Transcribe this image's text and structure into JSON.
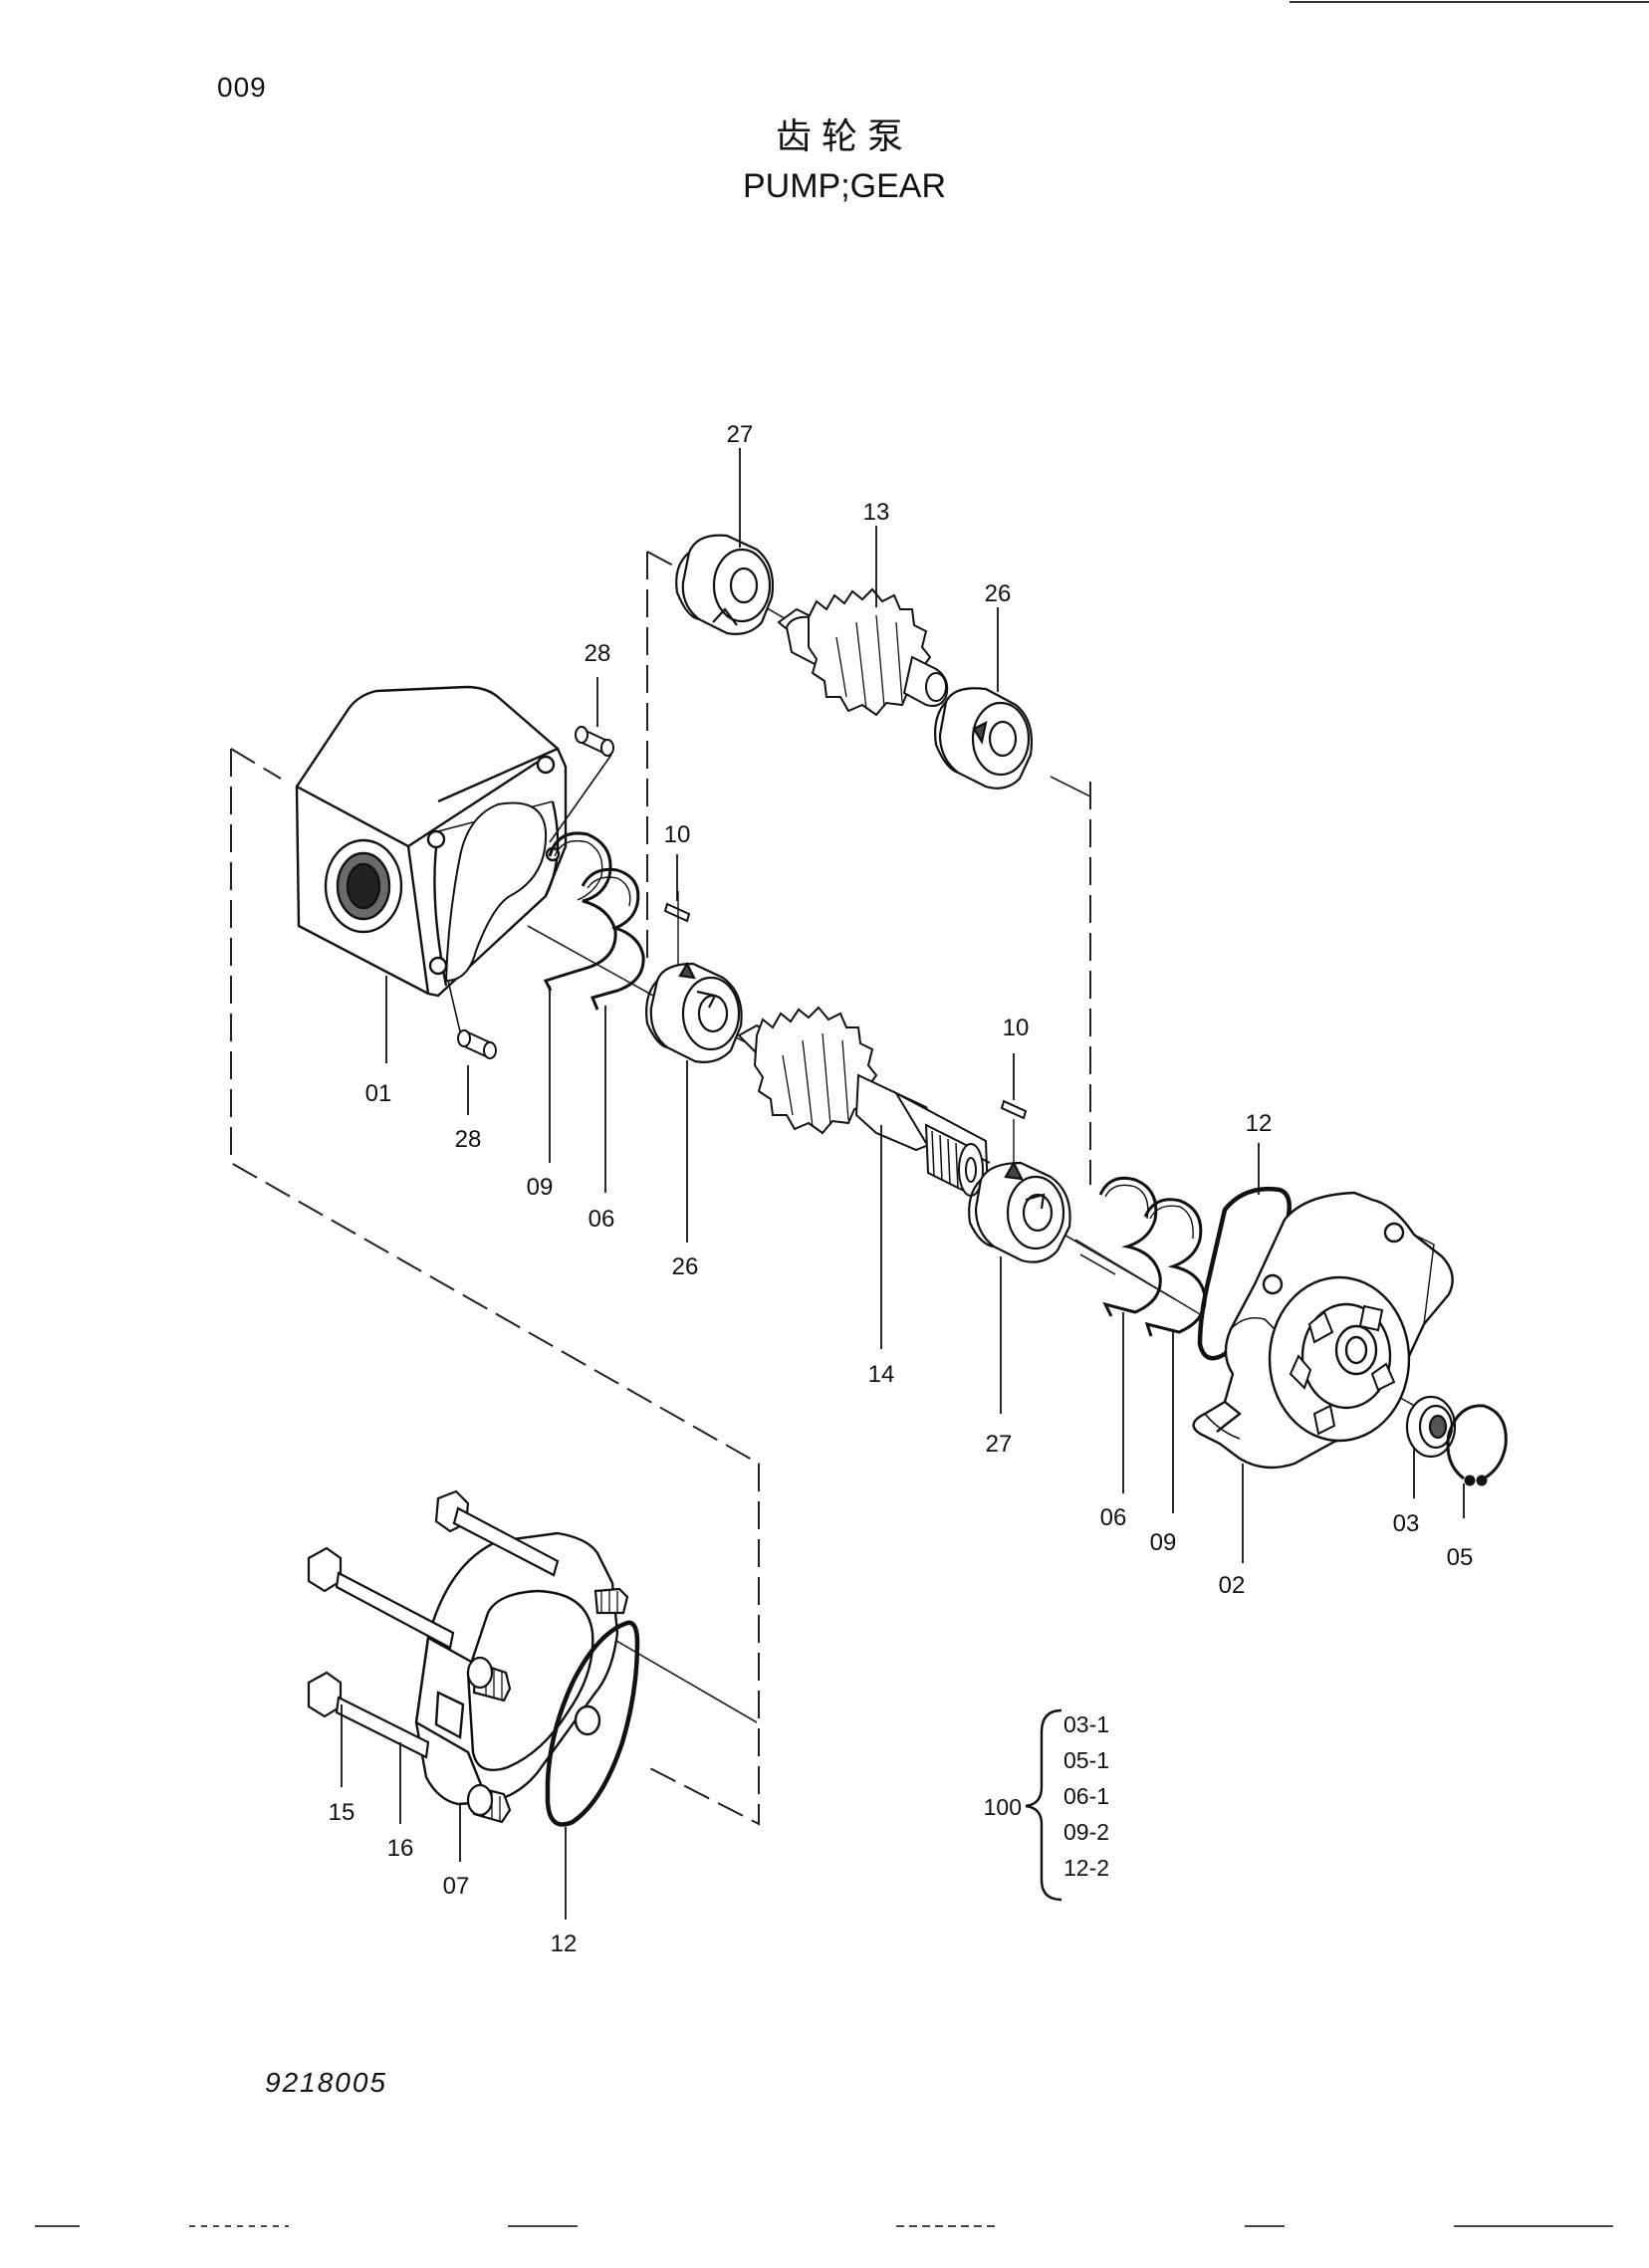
{
  "header": {
    "page_number": "009",
    "title_cn": "齿轮泵",
    "title_en": "PUMP;GEAR"
  },
  "footer": {
    "drawing_number": "9218005"
  },
  "parts": [
    {
      "id": "p27a",
      "label": "27",
      "icon": "bushing-icon"
    },
    {
      "id": "p13",
      "label": "13",
      "icon": "driven-gear-icon"
    },
    {
      "id": "p26a",
      "label": "26",
      "icon": "bushing-icon"
    },
    {
      "id": "p28a",
      "label": "28",
      "icon": "dowel-pin-icon"
    },
    {
      "id": "p10a",
      "label": "10",
      "icon": "pin-icon"
    },
    {
      "id": "p01",
      "label": "01",
      "icon": "pump-body-icon"
    },
    {
      "id": "p28b",
      "label": "28",
      "icon": "dowel-pin-icon"
    },
    {
      "id": "p09a",
      "label": "09",
      "icon": "backup-ring-icon"
    },
    {
      "id": "p06a",
      "label": "06",
      "icon": "seal-ring-icon"
    },
    {
      "id": "p26b",
      "label": "26",
      "icon": "bushing-icon"
    },
    {
      "id": "p14",
      "label": "14",
      "icon": "drive-gear-shaft-icon"
    },
    {
      "id": "p10b",
      "label": "10",
      "icon": "pin-icon"
    },
    {
      "id": "p27b",
      "label": "27",
      "icon": "bushing-icon"
    },
    {
      "id": "p12a",
      "label": "12",
      "icon": "o-ring-icon"
    },
    {
      "id": "p06b",
      "label": "06",
      "icon": "seal-ring-icon"
    },
    {
      "id": "p09b",
      "label": "09",
      "icon": "backup-ring-icon"
    },
    {
      "id": "p02",
      "label": "02",
      "icon": "mounting-flange-icon"
    },
    {
      "id": "p03",
      "label": "03",
      "icon": "oil-seal-icon"
    },
    {
      "id": "p05",
      "label": "05",
      "icon": "snap-ring-icon"
    },
    {
      "id": "p15",
      "label": "15",
      "icon": "bolt-icon"
    },
    {
      "id": "p16",
      "label": "16",
      "icon": "washer-icon"
    },
    {
      "id": "p07",
      "label": "07",
      "icon": "cover-icon"
    },
    {
      "id": "p12b",
      "label": "12",
      "icon": "o-ring-icon"
    }
  ],
  "kit": {
    "label": "100",
    "items": [
      "03-1",
      "05-1",
      "06-1",
      "09-2",
      "12-2"
    ]
  }
}
